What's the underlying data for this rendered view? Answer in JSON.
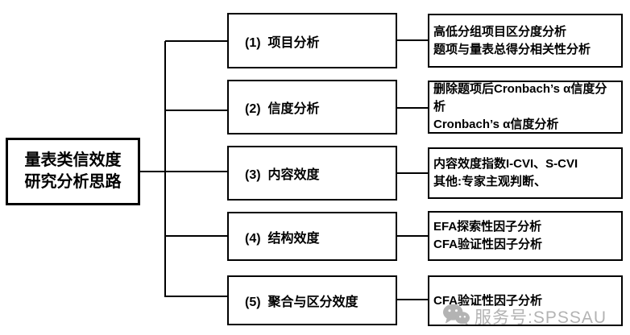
{
  "root": {
    "line1": "量表类信效度",
    "line2": "研究分析思路"
  },
  "branches": [
    {
      "label": "(1)  项目分析",
      "details": [
        "高低分组项目区分度分析",
        "题项与量表总得分相关性分析"
      ]
    },
    {
      "label": "(2)  信度分析",
      "details": [
        "删除题项后Cronbach’s α信度分析",
        "Cronbach’s α信度分析"
      ]
    },
    {
      "label": "(3)  内容效度",
      "details": [
        "内容效度指数I-CVI、S-CVI",
        "其他:专家主观判断、"
      ]
    },
    {
      "label": "(4)  结构效度",
      "details": [
        "EFA探索性因子分析",
        "CFA验证性因子分析"
      ]
    },
    {
      "label": "(5)  聚合与区分效度",
      "details": [
        "CFA验证性因子分析"
      ]
    }
  ],
  "watermark": {
    "icon": "wechat-icon",
    "text": "服务号:SPSSAU",
    "color": "#b3b3b3"
  },
  "colors": {
    "line": "#000000",
    "background": "#ffffff",
    "text": "#000000"
  }
}
